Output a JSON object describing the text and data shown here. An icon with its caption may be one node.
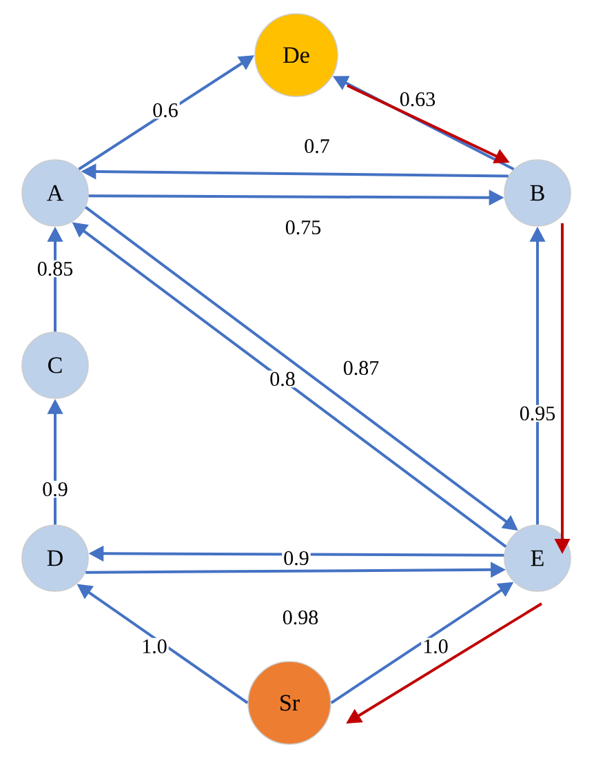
{
  "diagram": {
    "nodes": [
      {
        "text": [
          "De"
        ]
      },
      {
        "text": [
          "A"
        ]
      },
      {
        "text": [
          "B"
        ]
      },
      {
        "text": [
          "C"
        ]
      },
      {
        "text": [
          "D"
        ]
      },
      {
        "text": [
          "E"
        ]
      },
      {
        "text": [
          "Sr"
        ]
      }
    ],
    "edges": [
      {
        "from": 1,
        "to": 0,
        "arrow": "to",
        "label": "0.6"
      },
      {
        "from": 2,
        "to": 0,
        "arrow": "to",
        "label": "0.63"
      },
      {
        "from": 2,
        "to": 1,
        "arrow": "to",
        "label": "0.7"
      },
      {
        "from": 1,
        "to": 2,
        "arrow": "to",
        "label": "0.75"
      },
      {
        "from": 3,
        "to": 1,
        "arrow": "to",
        "label": "0.85"
      },
      {
        "from": 5,
        "to": 1,
        "arrow": "to",
        "label": "0.8"
      },
      {
        "from": 1,
        "to": 5,
        "arrow": "to",
        "label": "0.87"
      },
      {
        "from": 5,
        "to": 2,
        "arrow": "to",
        "label": "0.95"
      },
      {
        "from": 4,
        "to": 3,
        "arrow": "to",
        "label": "0.9"
      },
      {
        "from": 5,
        "to": 4,
        "arrow": "to",
        "label": "0.9"
      },
      {
        "from": 4,
        "to": 5,
        "arrow": "to",
        "label": "0.98"
      },
      {
        "from": 6,
        "to": 4,
        "arrow": "to",
        "label": "1.0"
      },
      {
        "from": 6,
        "to": 5,
        "arrow": "to",
        "label": "1.0"
      },
      {
        "from": 0,
        "to": 2,
        "arrow": "to",
        "color": "#c00000"
      },
      {
        "from": 2,
        "to": 5,
        "arrow": "to",
        "color": "#c00000"
      },
      {
        "from": 5,
        "to": 6,
        "arrow": "to",
        "color": "#c00000"
      }
    ]
  }
}
